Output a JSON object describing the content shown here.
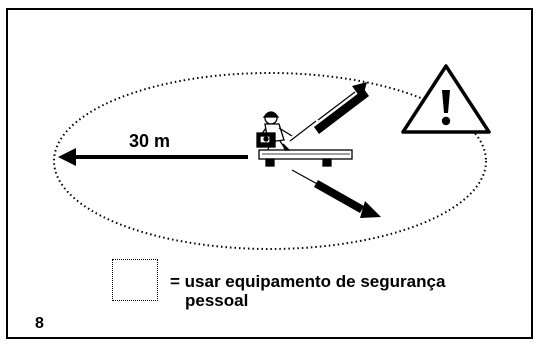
{
  "diagram": {
    "distance_label": "30 m",
    "figure_number": "8",
    "legend": {
      "line1": "= usar equipamento de segurança",
      "line2": "pessoal"
    },
    "icons": {
      "warning": "warning-triangle-icon",
      "operator": "operator-with-machine-icon"
    },
    "colors": {
      "stroke": "#000000",
      "background": "#ffffff"
    }
  }
}
